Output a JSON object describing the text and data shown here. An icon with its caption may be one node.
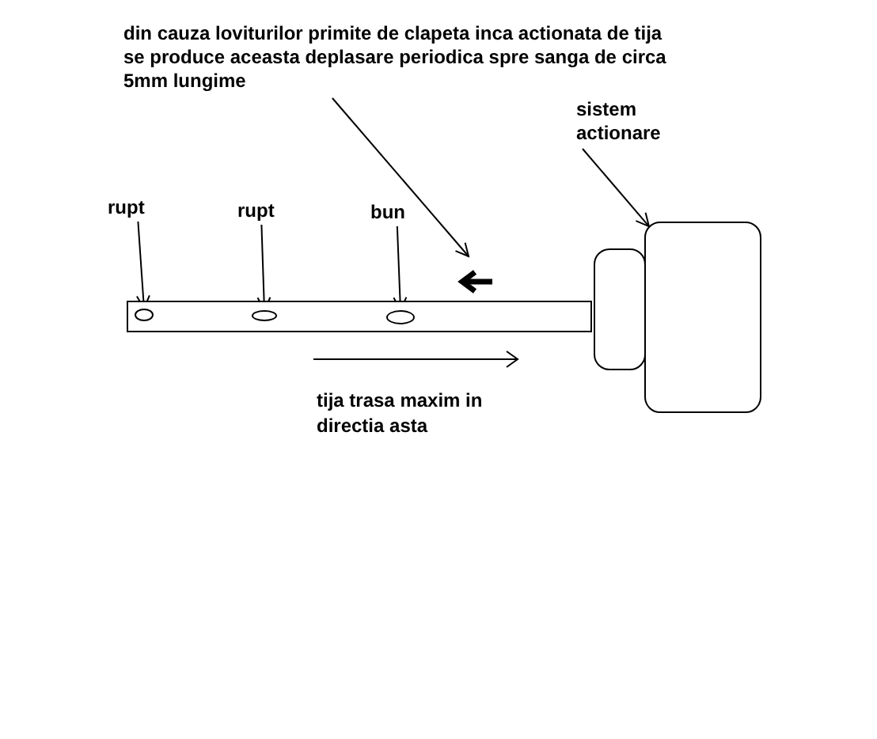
{
  "diagram": {
    "nodes": [
      {
        "text": [
          "din cauza loviturilor primite de clapeta inca actionata de tija se produce aceasta deplasare periodica spre sanga de circa 5mm lungime"
        ]
      },
      {
        "text": [
          "sistem actionare"
        ]
      },
      {
        "text": [
          "rupt"
        ]
      },
      {
        "text": [
          "rupt"
        ]
      },
      {
        "text": [
          "bun"
        ]
      },
      {
        "text": [],
        "shape": "bar"
      },
      {
        "text": [],
        "shape": "circle",
        "in": 5
      },
      {
        "text": [],
        "shape": "circle",
        "in": 5
      },
      {
        "text": [],
        "shape": "circle",
        "in": 5
      },
      {
        "text": [],
        "shape": "box"
      },
      {
        "text": [],
        "shape": "box"
      }
    ],
    "edges": [
      {
        "from": 0,
        "to": null,
        "arrow": "to"
      },
      {
        "from": 1,
        "to": 10,
        "arrow": "to"
      },
      {
        "from": 2,
        "to": 6,
        "arrow": "to"
      },
      {
        "from": 3,
        "to": 7,
        "arrow": "to"
      },
      {
        "from": 4,
        "to": 8,
        "arrow": "to"
      }
    ],
    "labels": [
      "tija trasa maxim in directia asta"
    ]
  }
}
